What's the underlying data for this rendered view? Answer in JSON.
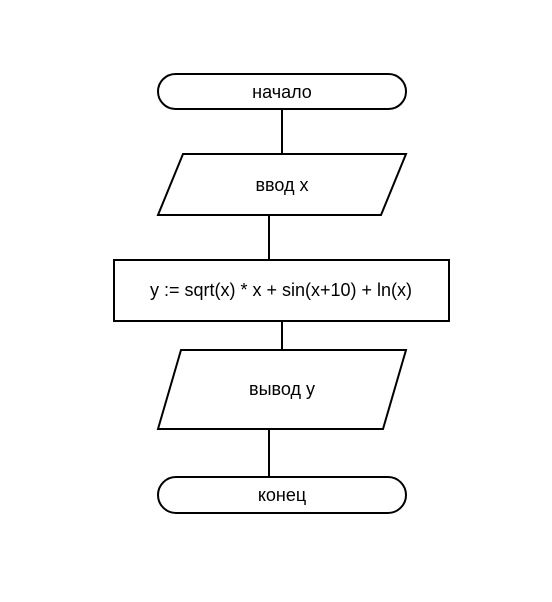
{
  "flowchart": {
    "start_label": "начало",
    "input_label": "ввод x",
    "process_label": "y := sqrt(x) * x + sin(x+10) + ln(x)",
    "output_label": "вывод y",
    "end_label": "конец"
  },
  "colors": {
    "stroke": "#000000",
    "fill": "#ffffff",
    "text": "#000000"
  }
}
